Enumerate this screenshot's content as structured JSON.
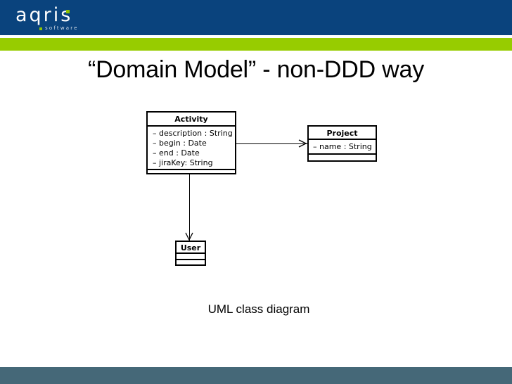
{
  "theme": {
    "header_blue": "#0a437d",
    "accent_green": "#97cc00",
    "footer_slate": "#456878",
    "text_black": "#000000"
  },
  "header": {
    "logo_word": "aqris",
    "logo_subtitle": "software",
    "logo_dot_icon": "green-dot-icon",
    "logo_bullet_icon": "green-square-bullet-icon"
  },
  "slide": {
    "title": "“Domain Model” - non-DDD way",
    "caption": "UML class diagram"
  },
  "diagram": {
    "type": "uml-class-diagram",
    "classes": [
      {
        "id": "activity",
        "name": "Activity",
        "attributes": [
          "– description : String",
          "– begin : Date",
          "– end : Date",
          "– jiraKey: String"
        ],
        "operations": []
      },
      {
        "id": "project",
        "name": "Project",
        "attributes": [
          "– name : String"
        ],
        "operations": []
      },
      {
        "id": "user",
        "name": "User",
        "attributes": [],
        "operations": []
      }
    ],
    "connectors": [
      {
        "id": "activity-to-project",
        "from": "activity",
        "to": "project",
        "style": "open-arrow",
        "direction": "right"
      },
      {
        "id": "activity-to-user",
        "from": "activity",
        "to": "user",
        "style": "open-arrow",
        "direction": "down"
      }
    ]
  }
}
